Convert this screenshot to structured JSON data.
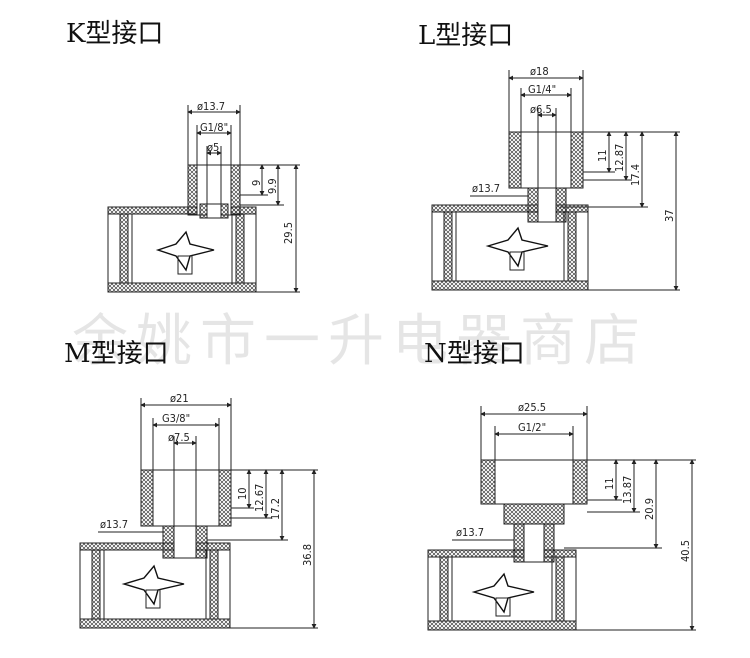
{
  "diagram": {
    "watermark": "余姚市一升电器商店",
    "panels": [
      {
        "id": "K",
        "title": "K型接口",
        "dims": {
          "outer_dia": "ø13.7",
          "thread": "G1/8\"",
          "bore": "ø5",
          "thread_depth": "9",
          "socket_depth": "9.9",
          "total_height": "29.5"
        }
      },
      {
        "id": "L",
        "title": "L型接口",
        "dims": {
          "outer_dia": "ø18",
          "thread": "G1/4\"",
          "bore": "ø6.5",
          "neck_dia": "ø13.7",
          "thread_depth": "11",
          "socket_depth": "12.87",
          "neck_height": "17.4",
          "total_height": "37"
        }
      },
      {
        "id": "M",
        "title": "M型接口",
        "dims": {
          "outer_dia": "ø21",
          "thread": "G3/8\"",
          "bore": "ø7.5",
          "neck_dia": "ø13.7",
          "thread_depth": "10",
          "socket_depth": "12.67",
          "neck_height": "17.2",
          "total_height": "36.8"
        }
      },
      {
        "id": "N",
        "title": "N型接口",
        "dims": {
          "outer_dia": "ø25.5",
          "thread": "G1/2\"",
          "neck_dia": "ø13.7",
          "thread_depth": "11",
          "socket_depth": "13.87",
          "neck_height": "20.9",
          "total_height": "40.5"
        }
      }
    ]
  }
}
